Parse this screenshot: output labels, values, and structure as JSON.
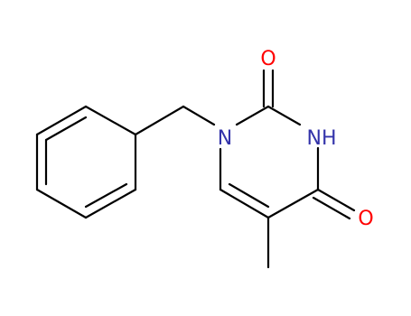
{
  "molecule": {
    "atoms": [
      {
        "id": "O2",
        "symbol": "O",
        "label": "O",
        "color": "#ff0000"
      },
      {
        "id": "N1",
        "symbol": "N",
        "label": "N",
        "color": "#3333aa"
      },
      {
        "id": "N3",
        "symbol": "N",
        "label": "NH",
        "color": "#3333aa"
      },
      {
        "id": "O4",
        "symbol": "O",
        "label": "O",
        "color": "#ff0000"
      }
    ]
  },
  "colors": {
    "bond": "#000000",
    "nitrogen": "#3333aa",
    "oxygen": "#ff0000"
  }
}
